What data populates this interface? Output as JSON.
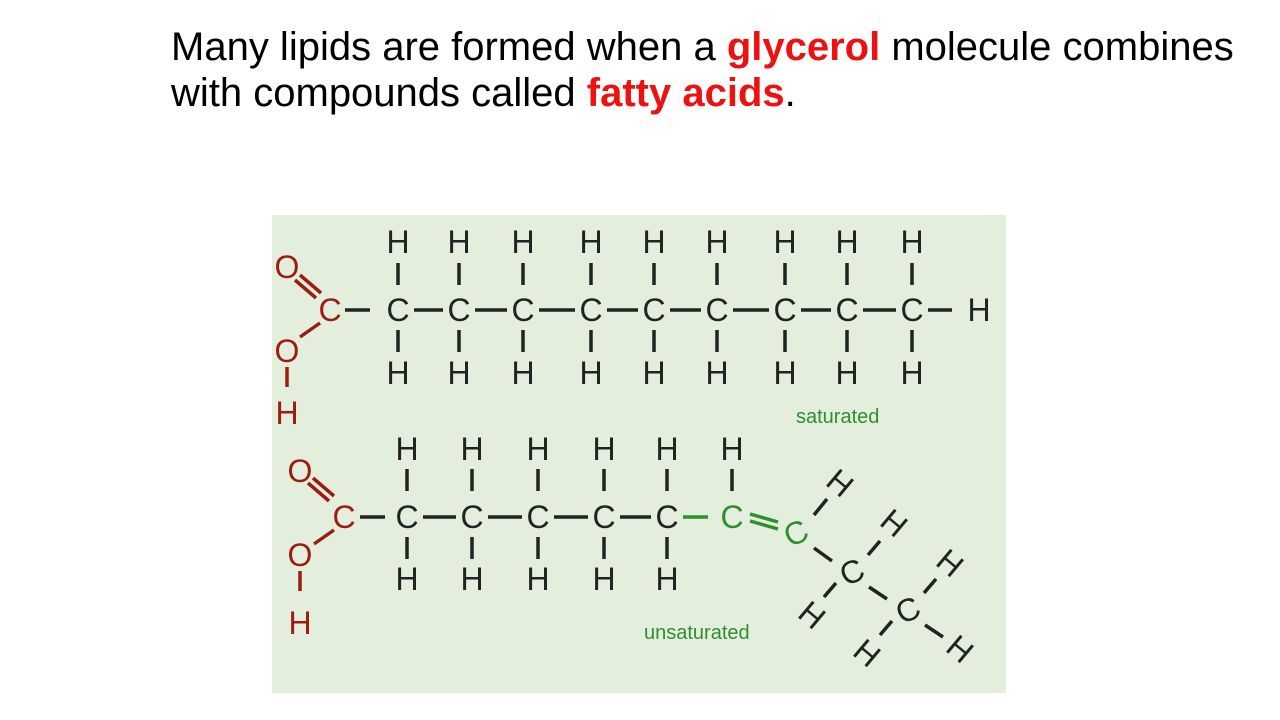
{
  "heading": {
    "t1": "Many lipids are formed when a ",
    "h1": "glycerol",
    "t2": " molecule combines with compounds called ",
    "h2": "fatty acids",
    "t3": "."
  },
  "diagram": {
    "labels": {
      "saturated": "saturated",
      "unsaturated": "unsaturated"
    },
    "atoms": {
      "oxygen": "O",
      "carbon": "C",
      "hydrogen": "H"
    },
    "colors": {
      "background": "#e4eedd",
      "carboxyl": "#9b1c10",
      "chain": "#222222",
      "highlight": "#2f8f2f"
    }
  }
}
